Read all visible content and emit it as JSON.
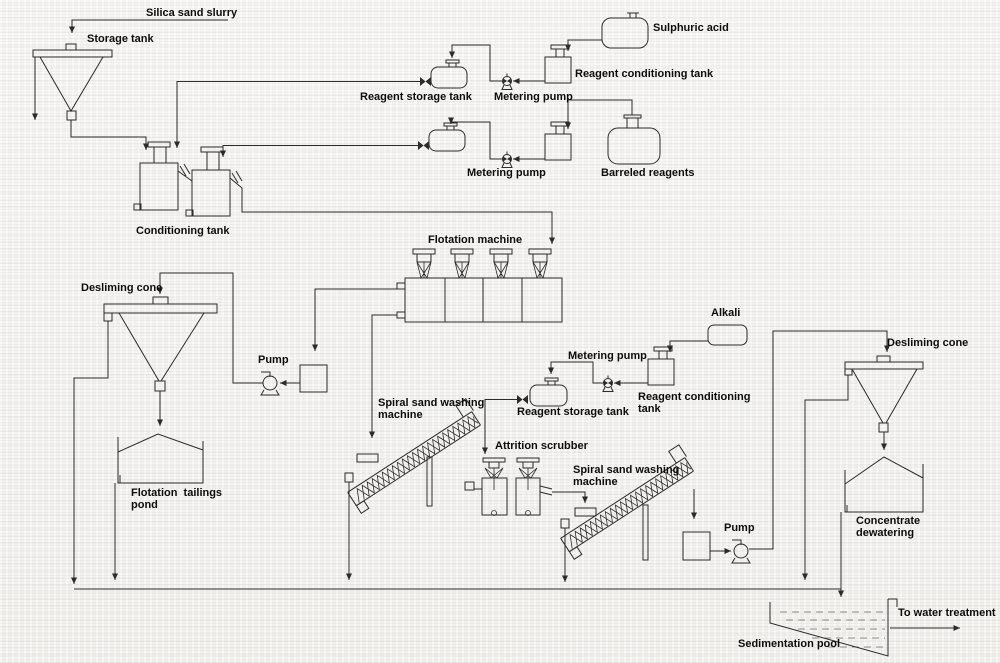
{
  "colors": {
    "background": "#f3f2ee",
    "line": "#2b2b2b",
    "text": "#0d0d0d"
  },
  "equipment_symbols": [
    "storage-tank-cone",
    "agitated-conditioning-tank",
    "reagent-conditioning-tank",
    "metering-pump",
    "reagent-storage-tank",
    "storage-drum",
    "flotation-cell-bank",
    "desliming-cone",
    "centrifugal-pump",
    "sump-box",
    "spiral-sand-washer",
    "attrition-scrubber",
    "settling-pond",
    "sedimentation-pool",
    "pipe-valve",
    "arrowhead"
  ],
  "labels": {
    "silica_sand_slurry": "Silica sand slurry",
    "storage_tank": "Storage tank",
    "sulphuric_acid": "Sulphuric acid",
    "reagent_conditioning_tank_top": "Reagent conditioning tank",
    "metering_pump_top": "Metering pump",
    "reagent_storage_tank_top": "Reagent storage tank",
    "metering_pump_mid": "Metering pump",
    "barreled_reagents": "Barreled reagents",
    "conditioning_tank": "Conditioning tank",
    "flotation_machine": "Flotation machine",
    "desliming_cone_left": "Desliming cone",
    "pump_left": "Pump",
    "spiral_machine_1": [
      "Spiral sand washing",
      "machine"
    ],
    "reagent_storage_tank_right": "Reagent storage tank",
    "metering_pump_right": "Metering pump",
    "reagent_conditioning_tank_right": [
      "Reagent conditioning",
      "tank"
    ],
    "alkali": "Alkali",
    "attrition_scrubber": "Attrition scrubber",
    "spiral_machine_2": [
      "Spiral sand washing",
      "machine"
    ],
    "pump_right": "Pump",
    "desliming_cone_right": "Desliming cone",
    "flotation_tailings_pond": [
      "Flotation  tailings",
      "pond"
    ],
    "concentrate_dewatering": [
      "Concentrate",
      "dewatering"
    ],
    "sedimentation_pool": "Sedimentation pool",
    "to_water_treatment": "To water treatment"
  }
}
